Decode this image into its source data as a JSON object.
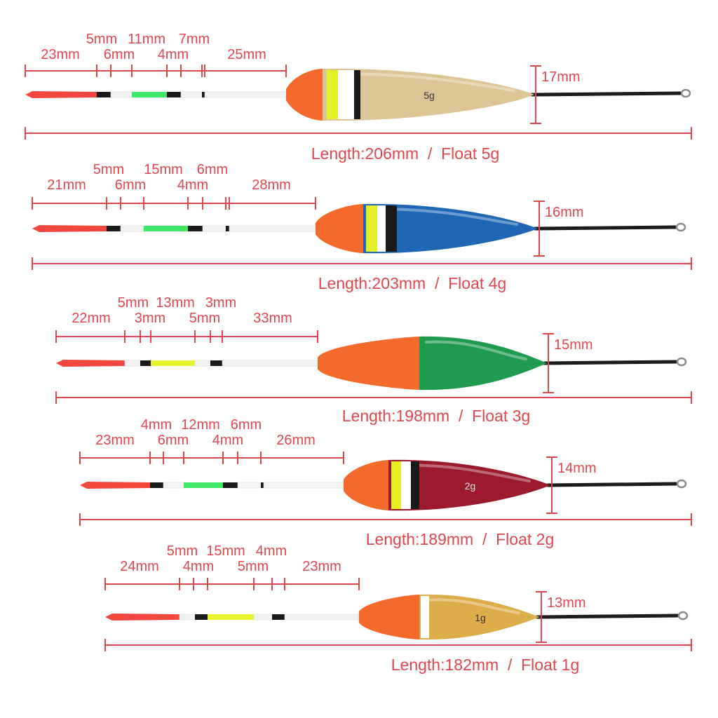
{
  "colors": {
    "dimension": "#e0474c",
    "tip": "#f2473f",
    "antenna_white": "#f4f4f4",
    "band_black": "#1a1a1a",
    "stem": "#1c1c1c",
    "collar": "#f36a2c",
    "band_yellow": "#e4ef2a",
    "band_white": "#ffffff"
  },
  "floats": [
    {
      "id": "5g",
      "top_labels": [
        "5mm",
        "11mm",
        "7mm"
      ],
      "bottom_labels": [
        "23mm",
        "6mm",
        "4mm",
        "25mm"
      ],
      "diameter_label": "17mm",
      "length_caption": "Length:206mm  /  Float 5g",
      "body_mark": "5g",
      "body_color": "#dcc494",
      "mid_band_color": "#3fe868"
    },
    {
      "id": "4g",
      "top_labels": [
        "5mm",
        "15mm",
        "6mm"
      ],
      "bottom_labels": [
        "21mm",
        "6mm",
        "4mm",
        "28mm"
      ],
      "diameter_label": "16mm",
      "length_caption": "Length:203mm  /  Float 4g",
      "body_mark": "",
      "body_color": "#1f66b5",
      "mid_band_color": "#3fe868"
    },
    {
      "id": "3g",
      "top_labels": [
        "5mm",
        "13mm",
        "3mm"
      ],
      "bottom_labels": [
        "22mm",
        "3mm",
        "5mm",
        "33mm"
      ],
      "diameter_label": "15mm",
      "length_caption": "Length:198mm  /  Float 3g",
      "body_mark": "",
      "body_color": "#1f9a4f",
      "mid_band_color": "#e6f22c"
    },
    {
      "id": "2g",
      "top_labels": [
        "4mm",
        "12mm",
        "6mm"
      ],
      "bottom_labels": [
        "23mm",
        "6mm",
        "4mm",
        "26mm"
      ],
      "diameter_label": "14mm",
      "length_caption": "Length:189mm  /  Float 2g",
      "body_mark": "2g",
      "body_color": "#9b1a2c",
      "mid_band_color": "#3fe868"
    },
    {
      "id": "1g",
      "top_labels": [
        "5mm",
        "15mm",
        "4mm"
      ],
      "bottom_labels": [
        "24mm",
        "4mm",
        "5mm",
        "23mm"
      ],
      "diameter_label": "13mm",
      "length_caption": "Length:182mm  /  Float 1g",
      "body_mark": "1g",
      "body_color": "#dcae4a",
      "mid_band_color": "#e6f22c"
    }
  ]
}
